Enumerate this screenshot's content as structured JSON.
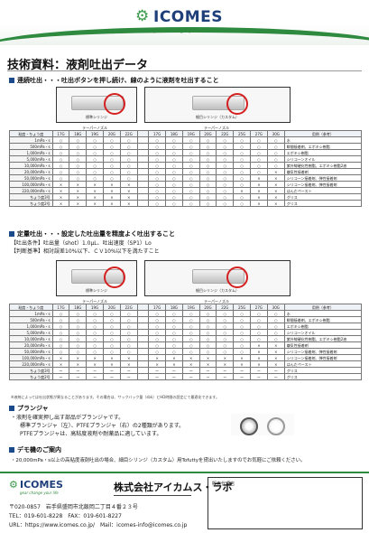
{
  "header": {
    "brand": "ICOMES",
    "tagline": "gear change your life"
  },
  "page_title": "技術資料：液剤吐出データ",
  "section1": {
    "heading": "連続吐出・・・吐出ボタンを押し続け、線のように液剤を吐出すること"
  },
  "section2": {
    "heading": "定量吐出・・・設定した吐出量を精度よく吐出すること",
    "condition": "【吐出条件】吐出量（shot）1.0μL、吐出速度（SP1）Lo",
    "criteria": "【判断基準】相対誤差10%以下、ＣＶ10%以下を満たすこと"
  },
  "tables": {
    "images": {
      "left_caption": "標準シリンジ",
      "right_caption": "細目シリンジ（カスタム）"
    },
    "nozzle_header": "テーパーノズル",
    "row_header": "粘度・ちょう度",
    "gauges_std": [
      "17G",
      "18G",
      "19G",
      "20G",
      "22G"
    ],
    "gauges_fine": [
      "17G",
      "18G",
      "19G",
      "20G",
      "22G",
      "25G",
      "27G",
      "30G"
    ],
    "note_header": "用例（参考）",
    "labels": [
      "1mPa・s",
      "500mPa・s",
      "1,000mPa・s",
      "5,000mPa・s",
      "10,000mPa・s",
      "20,000mPa・s",
      "50,000mPa・s",
      "100,000mPa・s",
      "220,000mPa・s",
      "ちょう度3号",
      "ちょう度2号"
    ]
  },
  "table1": {
    "rows": [
      {
        "std": [
          "○",
          "○",
          "○",
          "○",
          "○"
        ],
        "fine": [
          "○",
          "○",
          "○",
          "○",
          "○",
          "○",
          "○",
          "○"
        ],
        "note": "水"
      },
      {
        "std": [
          "○",
          "○",
          "○",
          "○",
          "○"
        ],
        "fine": [
          "○",
          "○",
          "○",
          "○",
          "○",
          "○",
          "○",
          "○"
        ],
        "note": "瞬間接着剤、エポキシ樹脂"
      },
      {
        "std": [
          "○",
          "○",
          "○",
          "○",
          "○"
        ],
        "fine": [
          "○",
          "○",
          "○",
          "○",
          "○",
          "○",
          "○",
          "○"
        ],
        "note": "エポキシ樹脂"
      },
      {
        "std": [
          "○",
          "○",
          "○",
          "○",
          "○"
        ],
        "fine": [
          "○",
          "○",
          "○",
          "○",
          "○",
          "○",
          "○",
          "○"
        ],
        "note": "シリコーンオイル"
      },
      {
        "std": [
          "○",
          "○",
          "○",
          "○",
          "○"
        ],
        "fine": [
          "○",
          "○",
          "○",
          "○",
          "○",
          "○",
          "○",
          "○"
        ],
        "note": "紫外線硬化性樹脂、エポキシ樹脂2液"
      },
      {
        "std": [
          "○",
          "○",
          "○",
          "○",
          "○"
        ],
        "fine": [
          "○",
          "○",
          "○",
          "○",
          "○",
          "○",
          "○",
          "×"
        ],
        "note": "嫌気性接着剤"
      },
      {
        "std": [
          "○",
          "○",
          "○",
          "○",
          "○"
        ],
        "fine": [
          "○",
          "○",
          "○",
          "○",
          "○",
          "○",
          "×",
          "×"
        ],
        "note": "シリコーン接着剤、弾性接着剤"
      },
      {
        "std": [
          "×",
          "×",
          "×",
          "×",
          "×"
        ],
        "fine": [
          "○",
          "○",
          "○",
          "○",
          "○",
          "○",
          "×",
          "×"
        ],
        "note": "シリコーン接着剤、弾性接着剤"
      },
      {
        "std": [
          "×",
          "×",
          "×",
          "×",
          "×"
        ],
        "fine": [
          "○",
          "○",
          "○",
          "○",
          "○",
          "×",
          "×",
          "×"
        ],
        "note": "はんだペースト"
      },
      {
        "std": [
          "×",
          "×",
          "×",
          "×",
          "×"
        ],
        "fine": [
          "○",
          "○",
          "○",
          "○",
          "○",
          "○",
          "×",
          "×"
        ],
        "note": "グリス"
      },
      {
        "std": [
          "×",
          "×",
          "×",
          "×",
          "×"
        ],
        "fine": [
          "○",
          "○",
          "○",
          "○",
          "○",
          "○",
          "×",
          "×"
        ],
        "note": "グリス"
      }
    ]
  },
  "table2": {
    "rows": [
      {
        "std": [
          "○",
          "○",
          "○",
          "○",
          "○"
        ],
        "fine": [
          "○",
          "○",
          "○",
          "○",
          "○",
          "○",
          "○",
          "○"
        ],
        "note": "水"
      },
      {
        "std": [
          "○",
          "○",
          "○",
          "○",
          "○"
        ],
        "fine": [
          "○",
          "○",
          "○",
          "○",
          "○",
          "○",
          "○",
          "○"
        ],
        "note": "瞬間接着剤、エポキシ樹脂"
      },
      {
        "std": [
          "○",
          "○",
          "○",
          "○",
          "○"
        ],
        "fine": [
          "○",
          "○",
          "○",
          "○",
          "○",
          "○",
          "○",
          "○"
        ],
        "note": "エポキシ樹脂"
      },
      {
        "std": [
          "○",
          "○",
          "○",
          "○",
          "○"
        ],
        "fine": [
          "○",
          "○",
          "○",
          "○",
          "○",
          "○",
          "○",
          "○"
        ],
        "note": "シリコーンオイル"
      },
      {
        "std": [
          "○",
          "○",
          "○",
          "○",
          "○"
        ],
        "fine": [
          "○",
          "○",
          "○",
          "○",
          "○",
          "○",
          "○",
          "○"
        ],
        "note": "紫外線硬化性樹脂、エポキシ樹脂2液"
      },
      {
        "std": [
          "○",
          "○",
          "○",
          "○",
          "○"
        ],
        "fine": [
          "○",
          "○",
          "○",
          "○",
          "○",
          "○",
          "×",
          "×"
        ],
        "note": "嫌気性接着剤"
      },
      {
        "std": [
          "○",
          "○",
          "○",
          "○",
          "○"
        ],
        "fine": [
          "○",
          "○",
          "○",
          "○",
          "○",
          "○",
          "×",
          "×"
        ],
        "note": "シリコーン接着剤、弾性接着剤"
      },
      {
        "std": [
          "×",
          "×",
          "×",
          "×",
          "×"
        ],
        "fine": [
          "×",
          "×",
          "×",
          "×",
          "×",
          "×",
          "×",
          "×"
        ],
        "note": "シリコーン接着剤、弾性接着剤"
      },
      {
        "std": [
          "×",
          "×",
          "×",
          "×",
          "×"
        ],
        "fine": [
          "×",
          "×",
          "×",
          "×",
          "×",
          "×",
          "×",
          "×"
        ],
        "note": "はんだペースト"
      },
      {
        "std": [
          "ー",
          "ー",
          "ー",
          "ー",
          "ー"
        ],
        "fine": [
          "ー",
          "ー",
          "ー",
          "ー",
          "ー",
          "ー",
          "ー",
          "ー"
        ],
        "note": "グリス"
      },
      {
        "std": [
          "ー",
          "ー",
          "ー",
          "ー",
          "ー"
        ],
        "fine": [
          "ー",
          "ー",
          "ー",
          "ー",
          "ー",
          "ー",
          "ー",
          "ー"
        ],
        "note": "グリス"
      }
    ]
  },
  "footnote": "※液剤によっては吐出状態が異なることがあります。その場合は、サックバック量（sbk）とHD時間の設定にて最適化できます。",
  "plunger": {
    "heading": "プランジャ",
    "line1": "・液剤を確実押し出す部品がプランジャです。",
    "line2": "標準プランジャ（左）、PTFEプランジャ（右）の2種類があります。",
    "line3": "PTFEプランジャは、高粘度液剤や耐薬品に適しています。"
  },
  "demo": {
    "heading": "デモ機のご案内",
    "line1": "・20,000mPa・s以上の高粘度液剤吐出の場合、細目シリンジ（カスタム）用Tofuttyを貸出いたしますのでお気軽にご依頼ください。"
  },
  "footer": {
    "brand": "ICOMES",
    "tagline": "gear change your life",
    "company": "株式会社アイカムス・ラボ",
    "address": "〒020-0857　岩手県盛岡市北飯岡二丁目４番２３号",
    "tel": "TEL：019-601-8228　FAX：019-601-8227",
    "url": "URL：https://www.icomes.co.jp/　Mail：icomes-info@icomes.co.jp",
    "dealer_label": "販売代理店"
  }
}
